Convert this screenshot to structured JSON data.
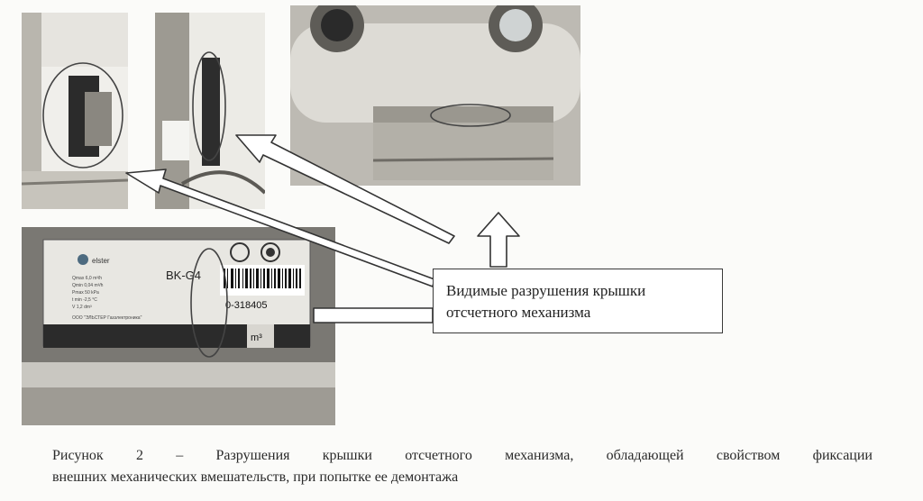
{
  "callout": {
    "line1": "Видимые разрушения крышки",
    "line2": "отсчетного механизма"
  },
  "meter": {
    "brand": "elster",
    "model": "BK-G4",
    "serial": "0-318405",
    "unit": "m³",
    "company_line": "ООО \"ЭЛЬСТЕР Газэлектроника\"",
    "spec_lines": [
      "Qmax 6,0 m³/h",
      "Qmin 0,04 m³/h",
      "Pmax 50 kPa",
      "t min -2,5 °C",
      "V 1,2 dm³"
    ]
  },
  "caption": {
    "line1": "Рисунок 2 – Разрушения крышки отсчетного механизма, обладающей свойством фиксации",
    "line2": "внешних механических вмешательств, при попытке ее демонтажа"
  }
}
